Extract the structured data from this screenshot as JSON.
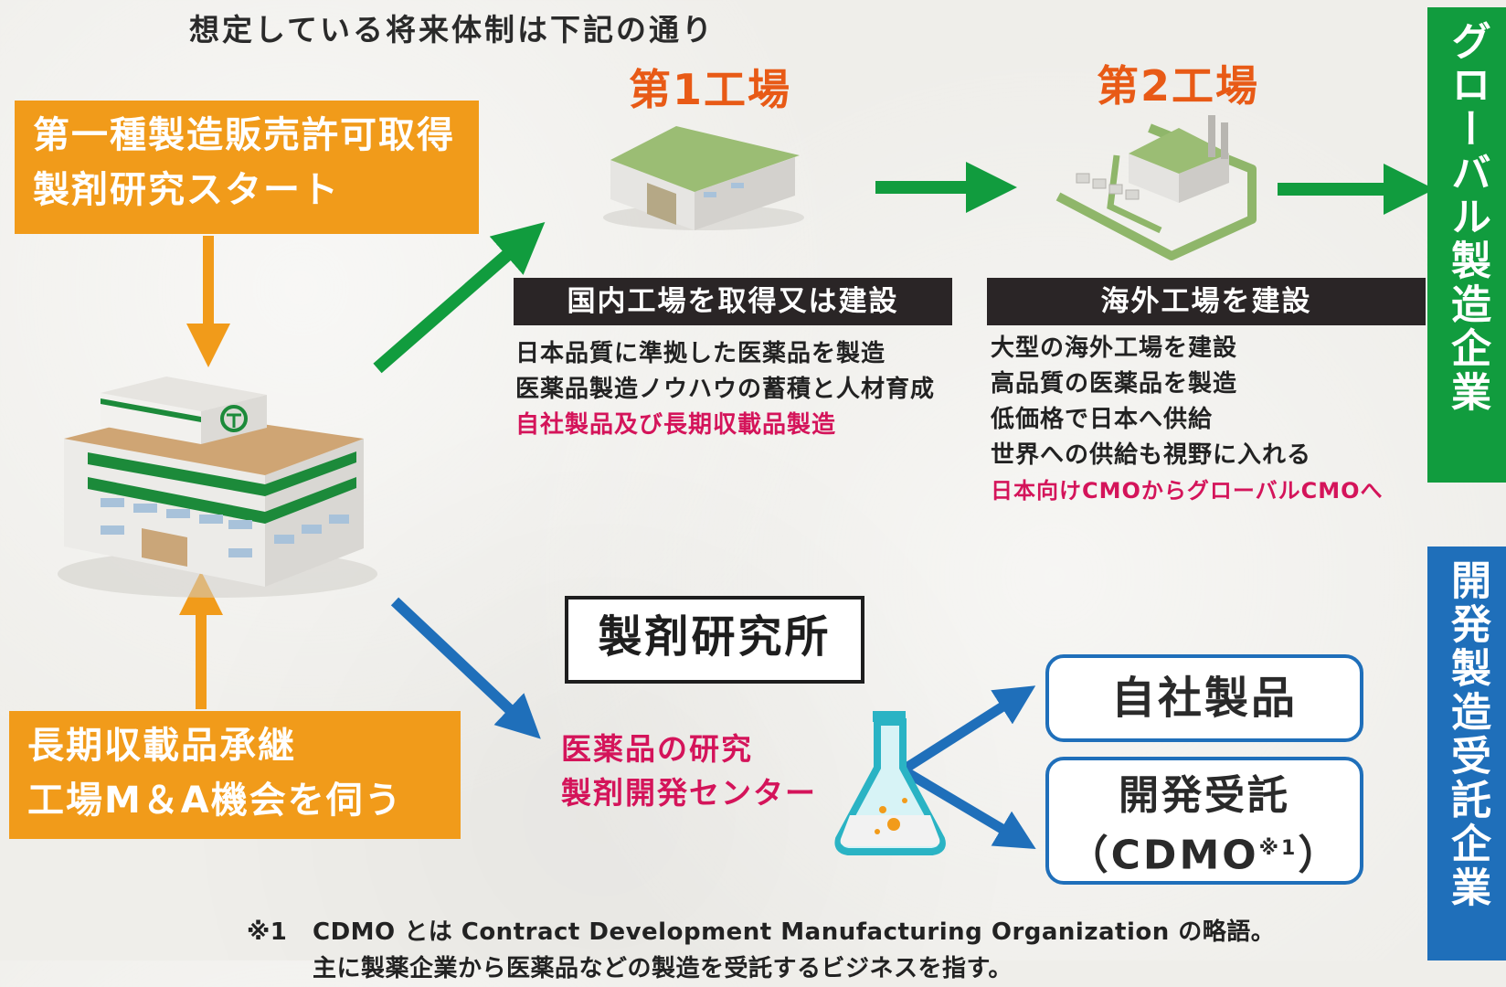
{
  "intro": "想定している将来体制は下記の通り",
  "left_top_box": {
    "line1": "第一種製造販売許可取得",
    "line2": "製剤研究スタート"
  },
  "left_bottom_box": {
    "line1": "長期収載品承継",
    "line2": "工場M＆A機会を伺う"
  },
  "factory1": {
    "title": "第1工場",
    "band": "国内工場を取得又は建設",
    "lines": [
      "日本品質に準拠した医薬品を製造",
      "医薬品製造ノウハウの蓄積と人材育成"
    ],
    "highlight": "自社製品及び長期収載品製造"
  },
  "factory2": {
    "title": "第2工場",
    "band": "海外工場を建設",
    "lines": [
      "大型の海外工場を建設",
      "高品質の医薬品を製造",
      "低価格で日本へ供給",
      "世界への供給も視野に入れる"
    ],
    "highlight": "日本向けCMOからグローバルCMOへ"
  },
  "right_bands": {
    "top": "グローバル製造企業",
    "bottom": "開発製造受託企業"
  },
  "lab": {
    "title": "製剤研究所",
    "sub_line1": "医薬品の研究",
    "sub_line2": "製剤開発センター"
  },
  "own_products": "自社製品",
  "cdmo_box": {
    "line1": "開発受託",
    "line2_prefix": "（CDMO",
    "line2_sup": "※1",
    "line2_suffix": "）"
  },
  "footnote": {
    "mark": "※1",
    "line1": "CDMO とは Contract Development Manufacturing Organization の略語。",
    "line2": "主に製薬企業から医薬品などの製造を受託するビジネスを指す。"
  },
  "colors": {
    "orange": "#f19b1a",
    "green": "#119c3e",
    "blue": "#1f6fba",
    "pink": "#d4145a",
    "factory_title": "#e85a16",
    "band_dark": "#2a2526"
  }
}
